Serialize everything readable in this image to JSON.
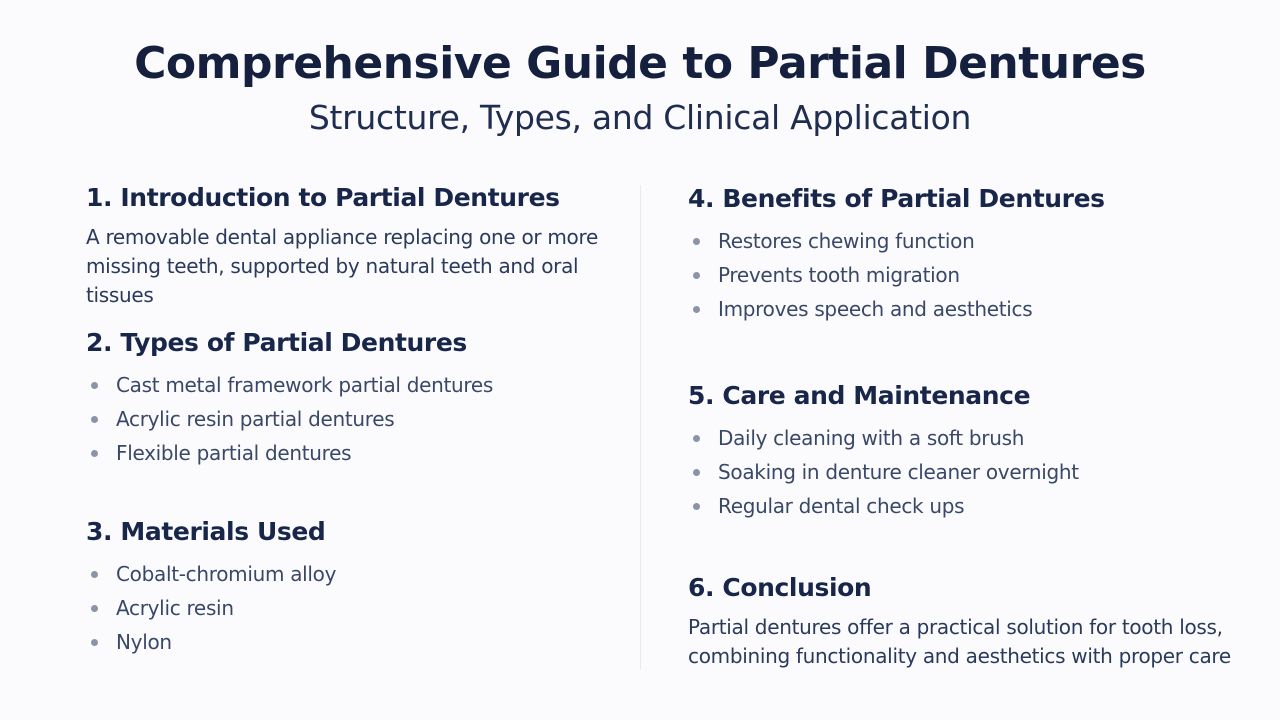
{
  "title": "Comprehensive Guide to Partial Dentures",
  "subtitle": "Structure, Types, and Clinical Application",
  "sections": [
    {
      "heading": "1. Introduction to Partial Dentures",
      "text": "A removable dental appliance replacing one or more missing teeth, supported by natural teeth and oral tissues"
    },
    {
      "heading": "2. Types of Partial Dentures",
      "items": [
        "Cast metal framework partial dentures",
        "Acrylic resin partial dentures",
        "Flexible partial dentures"
      ]
    },
    {
      "heading": "3. Materials Used",
      "items": [
        "Cobalt-chromium alloy",
        "Acrylic resin",
        "Nylon"
      ]
    },
    {
      "heading": "4. Benefits of Partial Dentures",
      "items": [
        "Restores chewing function",
        "Prevents tooth migration",
        "Improves speech and aesthetics"
      ]
    },
    {
      "heading": "5. Care and Maintenance",
      "items": [
        "Daily cleaning with a soft brush",
        "Soaking in denture cleaner overnight",
        "Regular dental check ups"
      ]
    },
    {
      "heading": "6. Conclusion",
      "text": "Partial dentures offer a practical solution for tooth loss, combining functionality and aesthetics with proper care"
    }
  ]
}
